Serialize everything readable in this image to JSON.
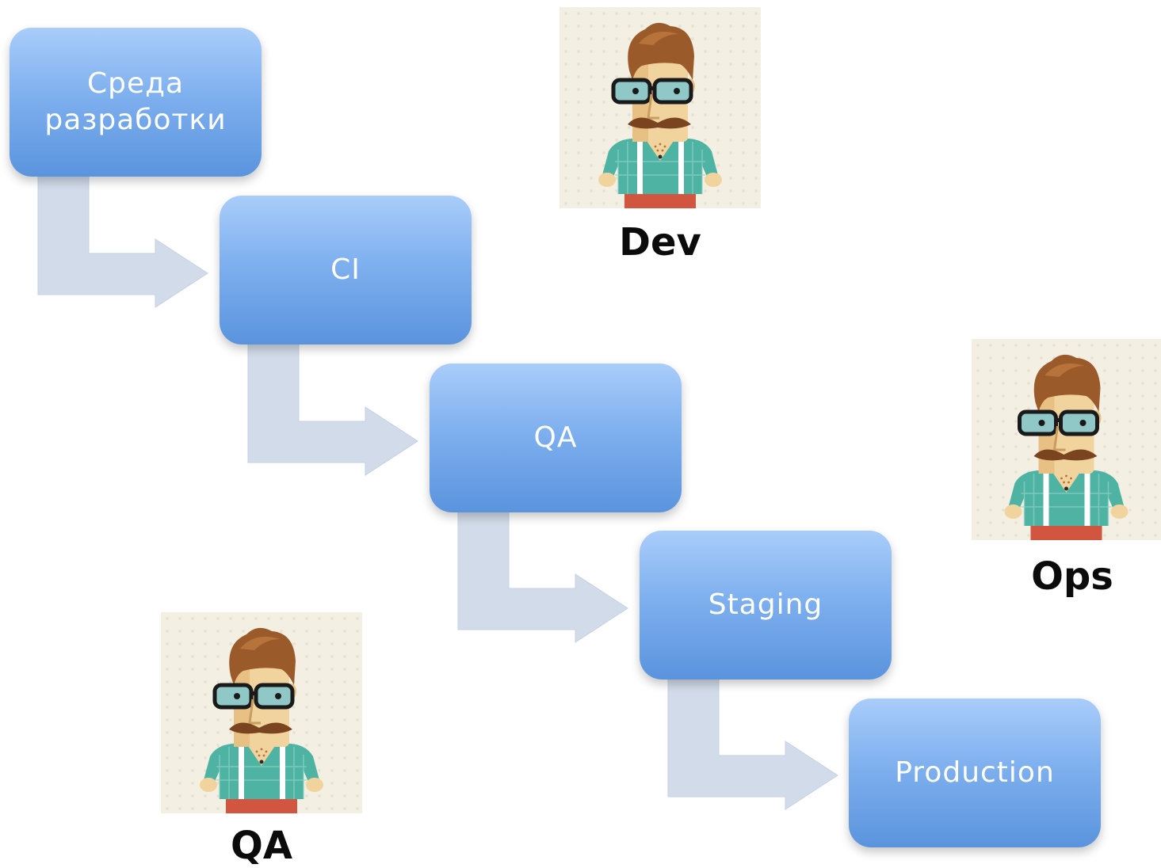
{
  "pipeline": {
    "steps": [
      {
        "label": "Среда разработки"
      },
      {
        "label": "CI"
      },
      {
        "label": "QA"
      },
      {
        "label": "Staging"
      },
      {
        "label": "Production"
      }
    ]
  },
  "roles": {
    "dev": {
      "label": "Dev",
      "icon": "hipster-developer-avatar"
    },
    "ops": {
      "label": "Ops",
      "icon": "hipster-operations-avatar"
    },
    "qa": {
      "label": "QA",
      "icon": "hipster-tester-avatar"
    }
  },
  "colors": {
    "box_top": "#a9cdfa",
    "box_bottom": "#5a94dd",
    "arrow": "#d2dbe9",
    "label_text": "#ffffff",
    "role_text": "#0b0b0b"
  }
}
